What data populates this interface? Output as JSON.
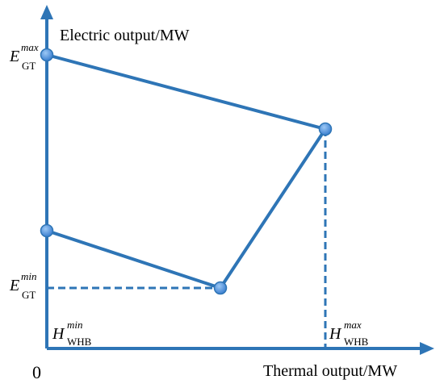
{
  "axes": {
    "y_title": "Electric output/MW",
    "x_title": "Thermal output/MW",
    "origin": "0"
  },
  "labels": {
    "e_max": {
      "symbol": "E",
      "sub": "GT",
      "sup": "max"
    },
    "e_min": {
      "symbol": "E",
      "sub": "GT",
      "sup": "min"
    },
    "h_min": {
      "symbol": "H",
      "sub": "WHB",
      "sup": "min"
    },
    "h_max": {
      "symbol": "H",
      "sub": "WHB",
      "sup": "max"
    }
  },
  "colors": {
    "line": "#2e75b6",
    "node": "#4a90e2",
    "node_stroke": "#2e75b6"
  }
}
